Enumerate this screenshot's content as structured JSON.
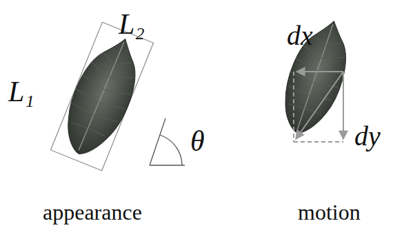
{
  "diagram": {
    "labels": [
      "L₂",
      "L₁",
      "θ",
      "appearance",
      "dx",
      "dy",
      "motion"
    ]
  }
}
